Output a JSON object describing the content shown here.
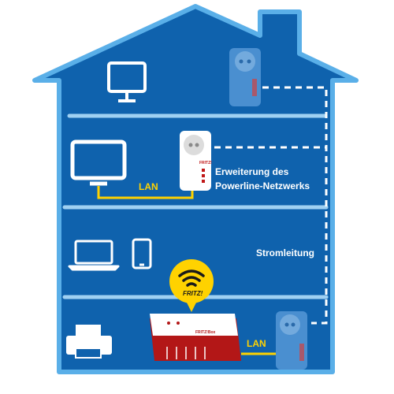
{
  "labels": {
    "powerline_extension": [
      "Erweiterung des",
      "Powerline-Netzwerks"
    ],
    "power_line": "Stromleitung",
    "lan_top": "LAN",
    "lan_bottom": "LAN",
    "fritz_badge": "FRITZ!"
  },
  "colors": {
    "house_fill": "#0f62ad",
    "house_border": "#4fa9e6",
    "floor_line": "#8fc8ef",
    "cable_yellow": "#ffd200",
    "router_red": "#b31717",
    "device_white": "#ffffff"
  },
  "icons": [
    "monitor-icon",
    "tv-icon",
    "laptop-icon",
    "tablet-icon",
    "printer-icon",
    "wifi-icon",
    "powerline-adapter-icon",
    "router-icon"
  ]
}
